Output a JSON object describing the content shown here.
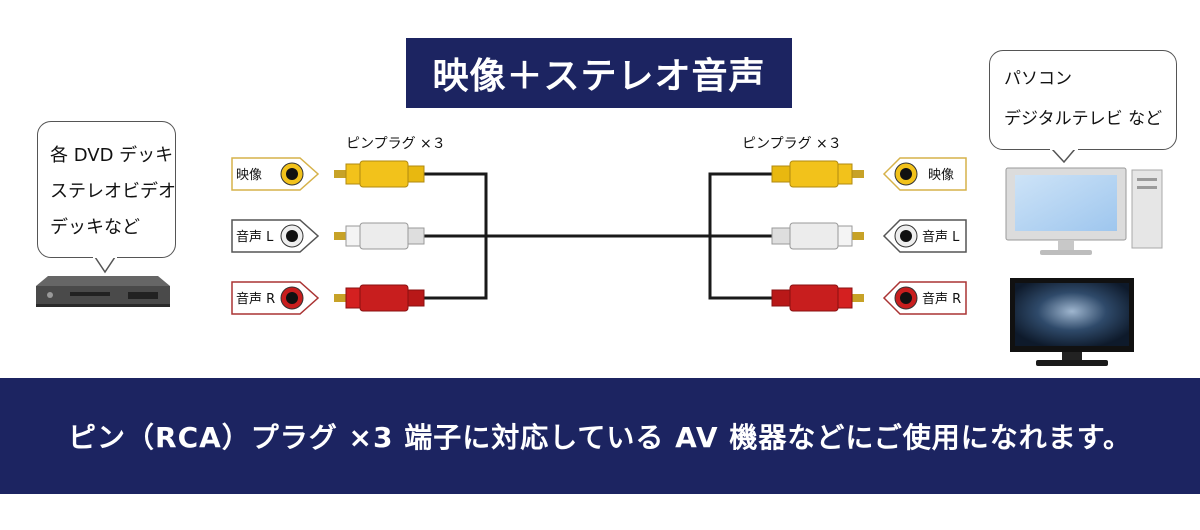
{
  "title": "映像＋ステレオ音声",
  "left_bubble": {
    "lines": [
      "各 DVD デッキ",
      "ステレオビデオ",
      "デッキなど"
    ]
  },
  "right_bubble": {
    "lines": [
      "パソコン",
      "デジタルテレビ など"
    ]
  },
  "plug_label_left": "ピンプラグ ×３",
  "plug_label_right": "ピンプラグ ×３",
  "left_jacks": [
    "映像",
    "音声 L",
    "音声 R"
  ],
  "right_jacks": [
    "映像",
    "音声 L",
    "音声 R"
  ],
  "footer": "ピン（RCA）プラグ ×3 端子に対応している AV 機器などにご使用になれます。",
  "colors": {
    "navy": "#1c2461",
    "video_yellow": "#f2c21b",
    "audio_white": "#e8e8e8",
    "audio_red": "#c81e1e"
  },
  "icons": [
    "dvd-player-icon",
    "desktop-pc-icon",
    "tv-monitor-icon"
  ]
}
